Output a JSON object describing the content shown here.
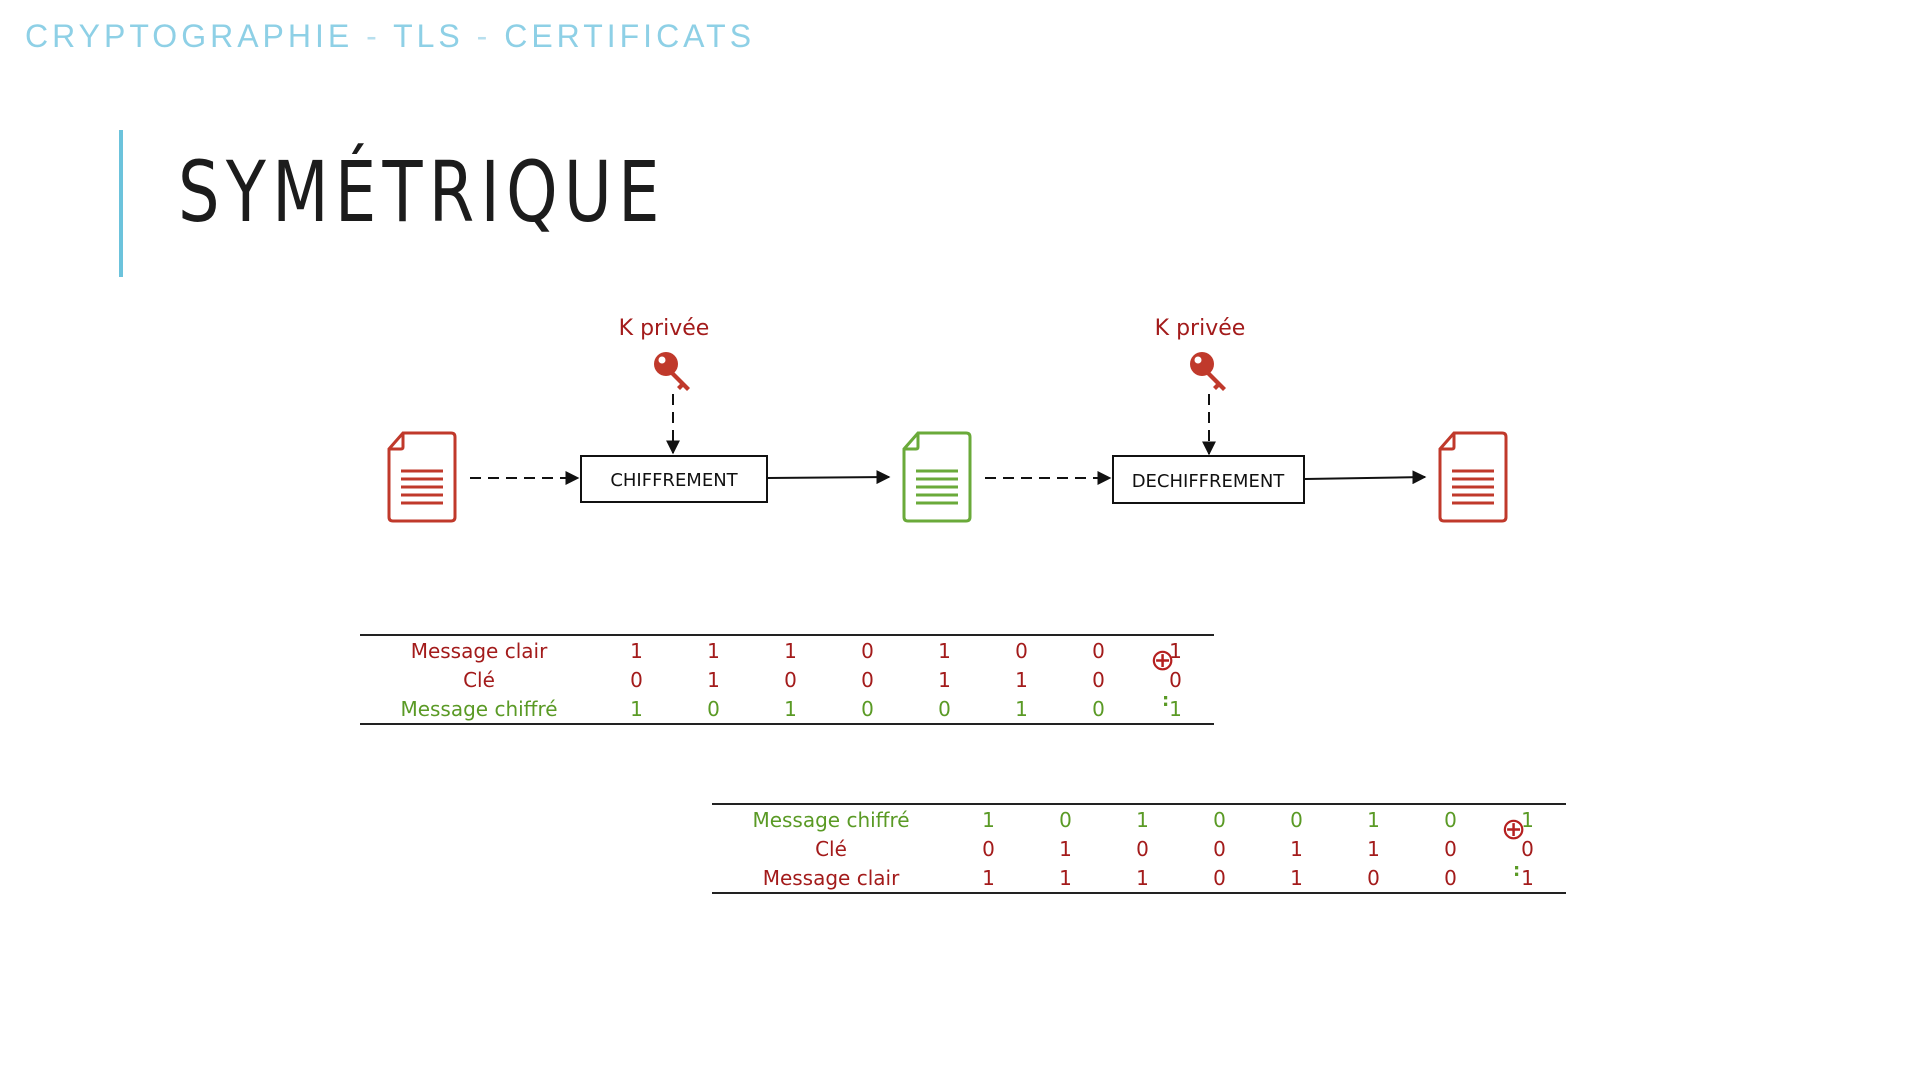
{
  "header": {
    "part1": "CRYPTOGRAPHIE",
    "sep1": "-",
    "part2": "TLS",
    "sep2": "-",
    "part3": "CERTIFICATS"
  },
  "title": "SYMÉTRIQUE",
  "diagram": {
    "key_label_1": "K privée",
    "key_label_2": "K privée",
    "box_encrypt": "CHIFFREMENT",
    "box_decrypt": "DECHIFFREMENT"
  },
  "colors": {
    "red": "#c0392b",
    "green": "#6aaa3a",
    "accent": "#6cc3dc"
  },
  "table1": {
    "operator": "⊕",
    "equals": ":",
    "rows": [
      {
        "label": "Message clair",
        "color": "red",
        "bits": [
          "1",
          "1",
          "1",
          "0",
          "1",
          "0",
          "0",
          "1"
        ]
      },
      {
        "label": "Clé",
        "color": "red",
        "bits": [
          "0",
          "1",
          "0",
          "0",
          "1",
          "1",
          "0",
          "0"
        ]
      },
      {
        "label": "Message chiffré",
        "color": "green",
        "bits": [
          "1",
          "0",
          "1",
          "0",
          "0",
          "1",
          "0",
          "1"
        ]
      }
    ]
  },
  "table2": {
    "operator": "⊕",
    "equals": ":",
    "rows": [
      {
        "label": "Message chiffré",
        "color": "green",
        "bits": [
          "1",
          "0",
          "1",
          "0",
          "0",
          "1",
          "0",
          "1"
        ]
      },
      {
        "label": "Clé",
        "color": "red",
        "bits": [
          "0",
          "1",
          "0",
          "0",
          "1",
          "1",
          "0",
          "0"
        ]
      },
      {
        "label": "Message clair",
        "color": "red",
        "bits": [
          "1",
          "1",
          "1",
          "0",
          "1",
          "0",
          "0",
          "1"
        ]
      }
    ]
  }
}
